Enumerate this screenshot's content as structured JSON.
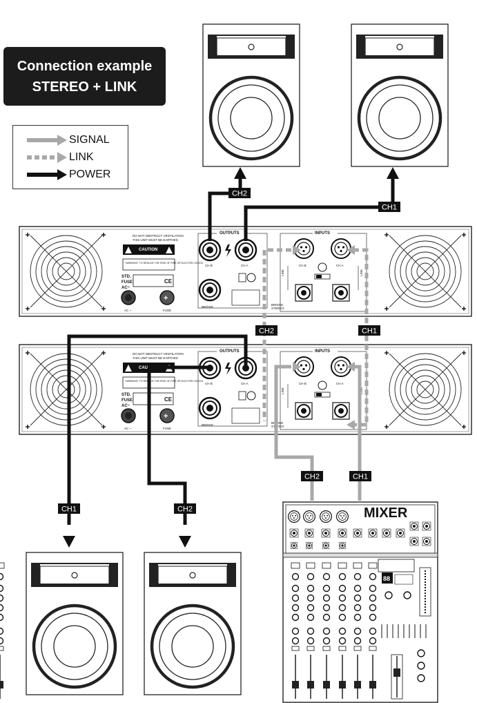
{
  "title": {
    "line1": "Connection example",
    "line2": "STEREO + LINK"
  },
  "legend": {
    "items": [
      {
        "label": "SIGNAL",
        "color": "#a8a8a8",
        "style": "solid"
      },
      {
        "label": "LINK",
        "color": "#a8a8a8",
        "style": "dashed"
      },
      {
        "label": "POWER",
        "color": "#111111",
        "style": "solid"
      }
    ]
  },
  "cable_tags": {
    "top_ch2": "CH2",
    "top_ch1": "CH1",
    "link_ch2": "CH2",
    "link_ch1": "CH1",
    "mixer_ch2": "CH2",
    "mixer_ch1": "CH1",
    "bottom_ch1": "CH1",
    "bottom_ch2": "CH2"
  },
  "amplifier": {
    "outputs_label": "OUTPUTS",
    "inputs_label": "INPUTS",
    "ch_b": "CH B",
    "ch_a": "CH A",
    "bridge": "BRIDGE",
    "link": "LINK",
    "std": "STD.",
    "fuse": "FUSE",
    "ac": "AC~",
    "fuse_label": "FUSE",
    "ac_label": "AC ~",
    "caution": "CAUTION",
    "warning_line1": "DO NOT OBSTRUCT VENTILATION",
    "warning_line2": "THIS UNIT MUST BE EARTHED",
    "warning_box": "\"WARNING\" TO REDUCE THE RISK OF FIRE OR ELECTRIC SHOCK",
    "ce": "CE",
    "bridge_stereo_1": "BRIDGE",
    "bridge_stereo_2": "STEREO"
  },
  "mixer": {
    "label": "MIXER"
  },
  "colors": {
    "signal": "#a8a8a8",
    "power": "#111111",
    "tag_bg": "#111111",
    "tag_text": "#ffffff"
  }
}
